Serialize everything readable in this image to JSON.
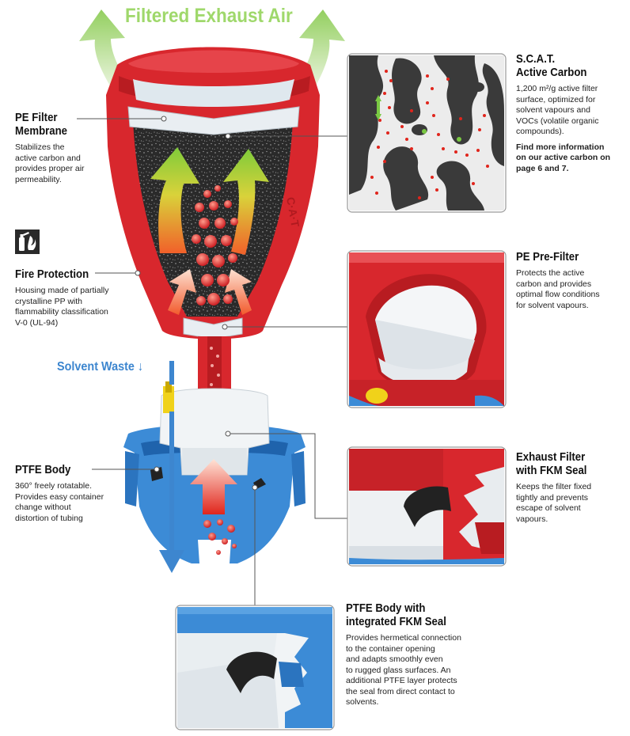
{
  "title": "Filtered Exhaust Air",
  "solvent_waste": "Solvent Waste",
  "labels": {
    "pe_filter_membrane": {
      "line1": "PE Filter",
      "line2": "Membrane",
      "text": [
        "Stabilizes the",
        "active carbon and",
        "provides proper air",
        "permeability."
      ]
    },
    "fire_protection": {
      "icon": "fire-extinguisher-icon",
      "heading": "Fire Protection",
      "text": [
        "Housing made of partially",
        "crystalline PP with",
        "flammability classification",
        "V-0 (UL-94)"
      ]
    },
    "ptfe_body": {
      "heading": "PTFE Body",
      "text": [
        "360° freely rotatable.",
        "Provides easy container",
        "change without",
        "distortion of tubing"
      ]
    },
    "scat_active_carbon": {
      "line1": "S.C.A.T.",
      "line2": "Active Carbon",
      "text": [
        "1,200 m²/g active filter",
        "surface, optimized for",
        "solvent vapours and",
        "VOCs (volatile organic",
        "compounds)."
      ],
      "more": [
        "Find more information",
        "on our active carbon on",
        "page 6 and 7."
      ]
    },
    "pe_pre_filter": {
      "heading": "PE Pre-Filter",
      "text": [
        "Protects the active",
        "carbon and provides",
        "optimal flow conditions",
        "for solvent vapours."
      ]
    },
    "exhaust_filter": {
      "line1": "Exhaust Filter",
      "line2": "with FKM Seal",
      "text": [
        "Keeps the filter fixed",
        "tightly and prevents",
        "escape of solvent",
        "vapours."
      ]
    },
    "ptfe_body_fkm": {
      "line1": "PTFE Body with",
      "line2": "integrated FKM Seal",
      "text": [
        "Provides hermetical connection",
        "to the container opening",
        "and adapts smoothly even",
        "to rugged glass surfaces. An",
        "additional PTFE layer protects",
        "the seal from direct contact to",
        "solvents."
      ]
    }
  },
  "colors": {
    "housing_red": "#d8272d",
    "housing_dark_red": "#a4161b",
    "ptfe_blue": "#3c8bd6",
    "ptfe_dark_blue": "#1f63ac",
    "title_green": "#9fd86b",
    "waste_blue": "#3d86cf"
  }
}
